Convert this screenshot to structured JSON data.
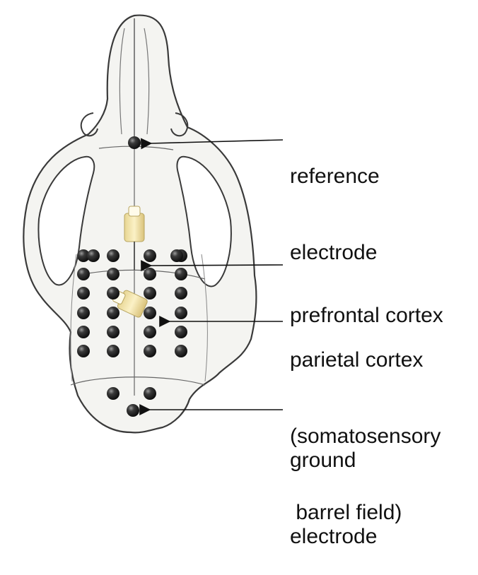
{
  "labels": {
    "reference": [
      "reference",
      "electrode"
    ],
    "prefrontal": [
      "prefrontal cortex"
    ],
    "parietal": [
      "parietal cortex",
      "(somatosensory",
      " barrel field)"
    ],
    "ground": [
      "ground",
      "electrode"
    ]
  },
  "colors": {
    "bone_fill": "#f4f4f1",
    "bone_stroke": "#3a3a3a",
    "electrode": "#222222",
    "arrow": "#111111",
    "connector": "#efe3b0"
  },
  "electrode_grid": {
    "columns": 4,
    "rows": 6,
    "reference_count": 1,
    "ground_count": 3
  }
}
